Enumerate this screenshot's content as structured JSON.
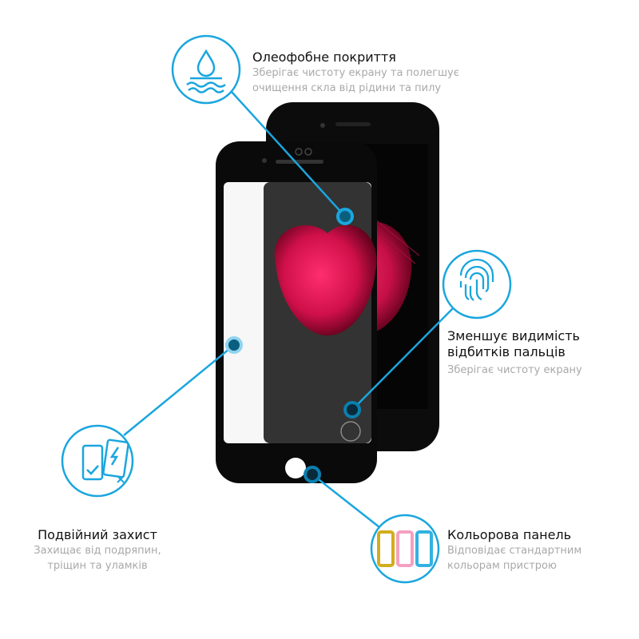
{
  "features": [
    {
      "title": "Олеофобне покриття",
      "desc_lines": [
        "Зберігає чистоту екрану та полегшує",
        "очищення скла від рідини та пилу"
      ],
      "icon": "water-drop-icon"
    },
    {
      "title_lines": [
        "Зменшує видимість",
        "відбитків пальців"
      ],
      "desc_lines": [
        "Зберігає чистоту екрану"
      ],
      "icon": "fingerprint-icon"
    },
    {
      "title": "Подвійний захист",
      "desc_lines": [
        "Захищає від подряпин,",
        "тріщин та уламків"
      ],
      "icon": "double-protection-icon"
    },
    {
      "title": "Кольорова панель",
      "desc_lines": [
        "Відповідає стандартним",
        "кольорам пристрою"
      ],
      "icon": "color-panels-icon"
    }
  ],
  "colors": {
    "accent": "#1aa6de",
    "dark_accent": "#0b5f7e",
    "title": "#111111",
    "desc": "#a9a9a9"
  }
}
